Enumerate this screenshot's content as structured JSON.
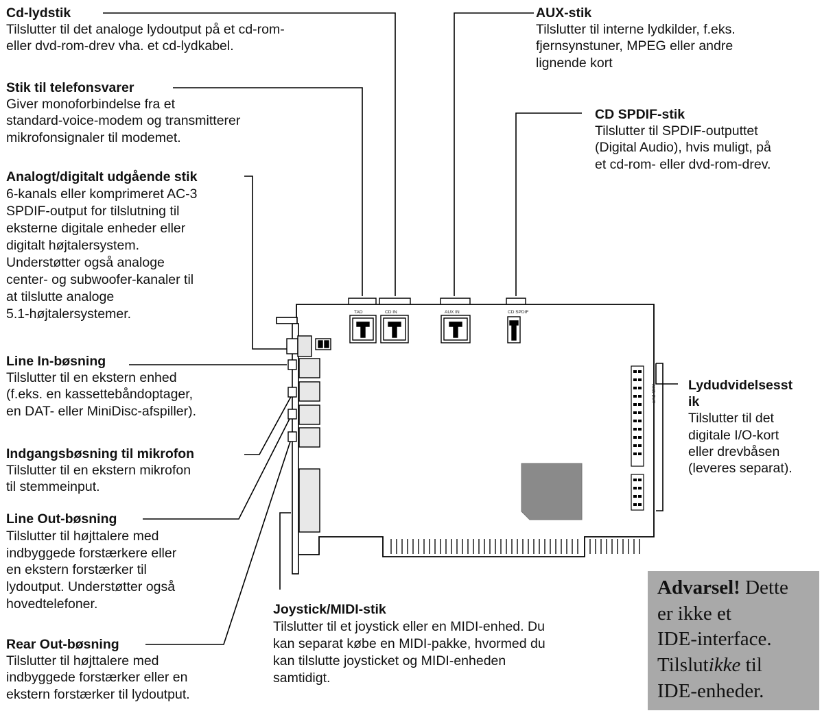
{
  "callouts": {
    "cd_audio": {
      "title": "Cd-lydstik",
      "lines": [
        "Tilslutter til det  analoge lydoutput på et  cd-rom-",
        "eller dvd-rom-drev vha. et cd-lydkabel."
      ]
    },
    "tad": {
      "title": "Stik til telefonsvarer",
      "lines": [
        "Giver monoforbindelse fra et",
        "standard-voice-modem og transmitterer",
        "mikrofonsignaler til modemet."
      ]
    },
    "spdif_out": {
      "title": "Analogt/digitalt udgående stik",
      "lines": [
        "6-kanals eller komprimeret AC-3",
        "SPDIF-output for tilslutning til",
        "eksterne digitale enheder eller",
        "digitalt højtalersystem.",
        "Understøtter også analoge",
        "center- og subwoofer-kanaler til",
        "at tilslutte analoge",
        "5.1-højtalersystemer."
      ]
    },
    "line_in": {
      "title": "Line In-bøsning",
      "lines": [
        "Tilslutter til en ekstern enhed",
        "(f.eks. en kassettebåndoptager,",
        "en DAT- eller MiniDisc-afspiller)."
      ]
    },
    "mic_in": {
      "title": "Indgangsbøsning til mikrofon",
      "lines": [
        "Tilslutter til en ekstern mikrofon",
        "til stemmeinput."
      ]
    },
    "line_out": {
      "title": "Line Out-bøsning",
      "lines": [
        "Tilslutter til højttalere med",
        "indbyggede forstærkere eller",
        "en ekstern forstærker til",
        "lydoutput. Understøtter også",
        "hovedtelefoner."
      ]
    },
    "rear_out": {
      "title": "Rear Out-bøsning",
      "lines": [
        "Tilslutter til højttalere med",
        "indbyggede forstærker eller en",
        "ekstern forstærker til lydoutput."
      ]
    },
    "aux": {
      "title": "AUX-stik",
      "lines": [
        "Tilslutter til interne lydkilder, f.eks.",
        "fjernsynstuner, MPEG eller andre",
        "lignende kort"
      ]
    },
    "cd_spdif": {
      "title": "CD SPDIF-stik",
      "lines": [
        "Tilslutter til SPDIF-outputtet",
        "(Digital Audio), hvis muligt, på",
        "et cd-rom- eller dvd-rom-drev."
      ]
    },
    "expansion": {
      "title_lines": [
        "Lydudvidelsesst",
        "ik"
      ],
      "lines": [
        "Tilslutter til det",
        "digitale I/O-kort",
        "eller drevbåsen",
        "(leveres separat)."
      ]
    },
    "joystick": {
      "title": "Joystick/MIDI-stik",
      "lines": [
        "Tilslutter til et joystick eller en MIDI-enhed. Du",
        "kan separat købe en MIDI-pakke, hvormed du",
        "kan tilslutte joysticket og MIDI-enheden",
        "samtidigt."
      ]
    }
  },
  "board_labels": {
    "tad": "TAD",
    "cd_in": "CD IN",
    "aux_in": "AUX IN",
    "cd_spdif": "CD SPDIF",
    "aud_ext": "AUD EXT"
  },
  "warning": {
    "bold": "Advarsel!",
    "l1_rest": " Dette",
    "l2": "er ikke et",
    "l3": "IDE-interface.",
    "l4_pre": "Tilslut",
    "l4_em": "ikke",
    "l4_post": " til",
    "l5": "IDE-enheder."
  },
  "colors": {
    "text": "#111111",
    "warning_bg": "#a9a9a9",
    "chip": "#8a8a8a"
  }
}
